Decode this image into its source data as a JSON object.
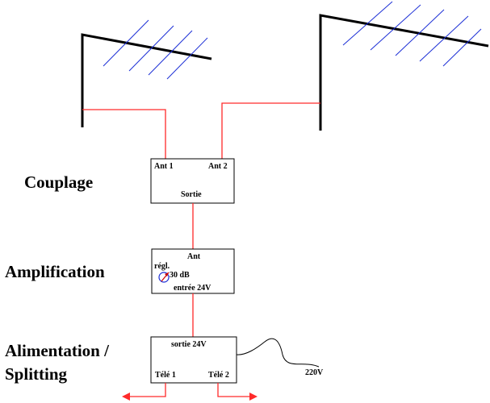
{
  "stages": {
    "coupling": "Couplage",
    "amplification": "Amplification",
    "power_line1": "Alimentation /",
    "power_line2": "Splitting"
  },
  "coupler": {
    "in1": "Ant 1",
    "in2": "Ant 2",
    "out": "Sortie"
  },
  "amplifier": {
    "input": "Ant",
    "adjust": "régl.",
    "gain": "30 dB",
    "power_in": "entrée 24V"
  },
  "power_supply": {
    "power_out": "sortie 24V",
    "tv1": "Télé 1",
    "tv2": "Télé 2",
    "mains": "220V"
  },
  "colors": {
    "cable": "#ff2a2a",
    "antenna_elements": "#1c2fd6",
    "mast": "#000000"
  },
  "icons": {
    "antenna": "yagi-antenna-icon",
    "gain_knob": "adjust-knob-icon",
    "output": "arrow-icon"
  }
}
